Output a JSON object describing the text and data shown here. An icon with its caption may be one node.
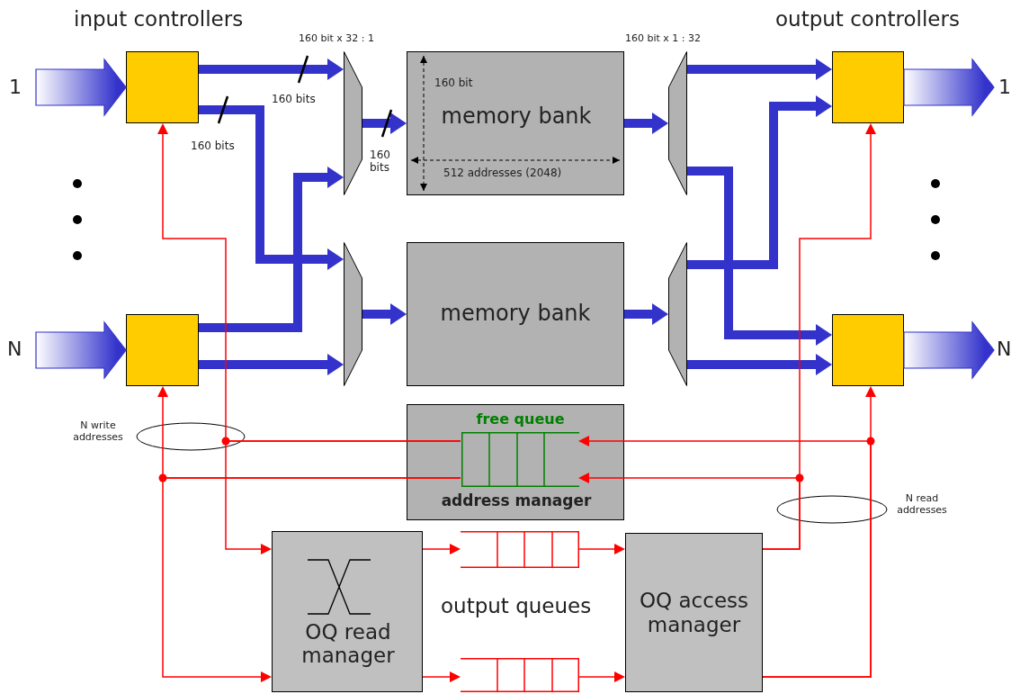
{
  "diagram": {
    "nodes": [
      {
        "text": [],
        "shape": "box"
      },
      {
        "text": [],
        "shape": "box"
      },
      {
        "text": [],
        "shape": "trapezoid",
        "beside": [
          "160 bit x 32 : 1"
        ]
      },
      {
        "text": [],
        "shape": "trapezoid"
      },
      {
        "text": [
          "160 bit",
          "memory bank",
          "512 addresses (2048)"
        ]
      },
      {
        "text": [
          "memory bank"
        ]
      },
      {
        "text": [],
        "shape": "trapezoid",
        "beside": [
          "160 bit x 1 : 32"
        ]
      },
      {
        "text": [],
        "shape": "trapezoid"
      },
      {
        "text": [],
        "shape": "box"
      },
      {
        "text": [],
        "shape": "box"
      },
      {
        "text": [
          "address manager"
        ]
      },
      {
        "text": [
          "free queue"
        ],
        "in": 10
      },
      {
        "text": [
          "OQ read manager"
        ]
      },
      {
        "text": [],
        "shape": "queue"
      },
      {
        "text": [],
        "shape": "queue"
      },
      {
        "text": [
          "OQ access manager"
        ]
      }
    ],
    "edges": [
      {
        "from": null,
        "to": 0,
        "arrow": "to",
        "style": "thick"
      },
      {
        "from": null,
        "to": 1,
        "arrow": "to",
        "style": "thick"
      },
      {
        "from": 0,
        "to": 2,
        "arrow": "to",
        "style": "thick",
        "label": "160 bits"
      },
      {
        "from": 0,
        "to": 3,
        "arrow": "to",
        "style": "thick",
        "label": "160 bits"
      },
      {
        "from": 1,
        "to": 2,
        "arrow": "to",
        "style": "thick"
      },
      {
        "from": 1,
        "to": 3,
        "arrow": "to",
        "style": "thick"
      },
      {
        "from": 2,
        "to": 4,
        "arrow": "to",
        "style": "thick",
        "label": "160 bits"
      },
      {
        "from": 3,
        "to": 5,
        "arrow": "to",
        "style": "thick"
      },
      {
        "from": 4,
        "to": 6,
        "arrow": "to",
        "style": "thick"
      },
      {
        "from": 5,
        "to": 7,
        "arrow": "to",
        "style": "thick"
      },
      {
        "from": 6,
        "to": 8,
        "arrow": "to",
        "style": "thick"
      },
      {
        "from": 6,
        "to": 9,
        "arrow": "to",
        "style": "thick"
      },
      {
        "from": 7,
        "to": 8,
        "arrow": "to",
        "style": "thick"
      },
      {
        "from": 7,
        "to": 9,
        "arrow": "to",
        "style": "thick"
      },
      {
        "from": 8,
        "to": null,
        "arrow": "to",
        "style": "thick"
      },
      {
        "from": 9,
        "to": null,
        "arrow": "to",
        "style": "thick"
      },
      {
        "from": 11,
        "to": 0,
        "arrow": "to",
        "color": "#ff0000"
      },
      {
        "from": 11,
        "to": 12,
        "arrow": "to",
        "color": "#ff0000"
      },
      {
        "from": 11,
        "to": 1,
        "arrow": "to",
        "color": "#ff0000"
      },
      {
        "from": 11,
        "to": 12,
        "arrow": "to",
        "color": "#ff0000"
      },
      {
        "from": 15,
        "to": 11,
        "arrow": "to",
        "color": "#ff0000"
      },
      {
        "from": 15,
        "to": 8,
        "arrow": "to",
        "color": "#ff0000"
      },
      {
        "from": 15,
        "to": 11,
        "arrow": "to",
        "color": "#ff0000"
      },
      {
        "from": 15,
        "to": 9,
        "arrow": "to",
        "color": "#ff0000"
      },
      {
        "from": 12,
        "to": 13,
        "arrow": "to",
        "color": "#ff0000"
      },
      {
        "from": 12,
        "to": 14,
        "arrow": "to",
        "color": "#ff0000"
      },
      {
        "from": 13,
        "to": 15,
        "arrow": "to",
        "color": "#ff0000"
      },
      {
        "from": 14,
        "to": 15,
        "arrow": "to",
        "color": "#ff0000"
      }
    ],
    "labels": [
      "input controllers",
      "output controllers",
      "1",
      "1",
      "N",
      "N",
      "N write addresses",
      "N read addresses",
      "output queues"
    ]
  }
}
